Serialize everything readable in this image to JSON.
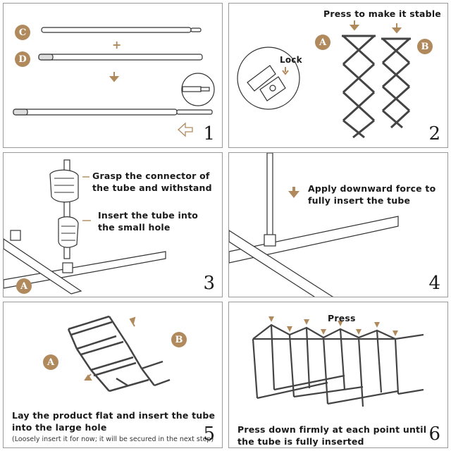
{
  "panels": {
    "p1": {
      "number": "1",
      "badge_c": "C",
      "badge_d": "D"
    },
    "p2": {
      "number": "2",
      "title": "Press to make it stable",
      "lock_label": "Lock",
      "badge_a": "A",
      "badge_b": "B"
    },
    "p3": {
      "number": "3",
      "grasp_line1": "Grasp the connector of",
      "grasp_line2": "the tube and withstand",
      "insert_line1": "Insert the tube into",
      "insert_line2": "the small hole",
      "badge_a": "A"
    },
    "p4": {
      "number": "4",
      "text_line1": "Apply downward force to",
      "text_line2": "fully insert the tube"
    },
    "p5": {
      "number": "5",
      "badge_a": "A",
      "badge_b": "B",
      "text_line1": "Lay the product flat and insert the tube",
      "text_line2": "into the large hole",
      "note": "(Loosely insert it for now; it will be secured in the next step)"
    },
    "p6": {
      "number": "6",
      "press_label": "Press",
      "text_line1": "Press down firmly at each point until",
      "text_line2": "the tube is fully inserted"
    }
  },
  "colors": {
    "accent": "#b08a5c",
    "line": "#3a3a3a",
    "border": "#9a9a9a"
  }
}
